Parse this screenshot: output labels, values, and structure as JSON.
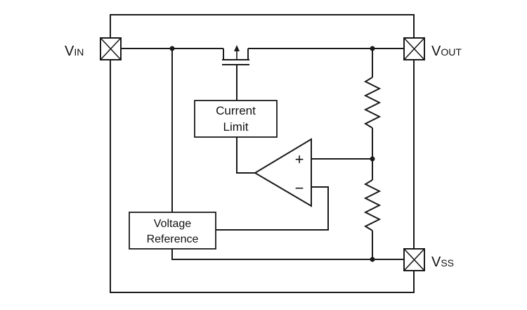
{
  "pins": {
    "vin": {
      "main": "V",
      "sub": "IN"
    },
    "vout": {
      "main": "V",
      "sub": "OUT"
    },
    "vss": {
      "main": "V",
      "sub": "SS"
    }
  },
  "blocks": {
    "current_limit": {
      "line1": "Current",
      "line2": "Limit"
    },
    "voltage_reference": {
      "line1": "Voltage",
      "line2": "Reference"
    }
  },
  "opamp": {
    "plus": "+",
    "minus": "−"
  }
}
